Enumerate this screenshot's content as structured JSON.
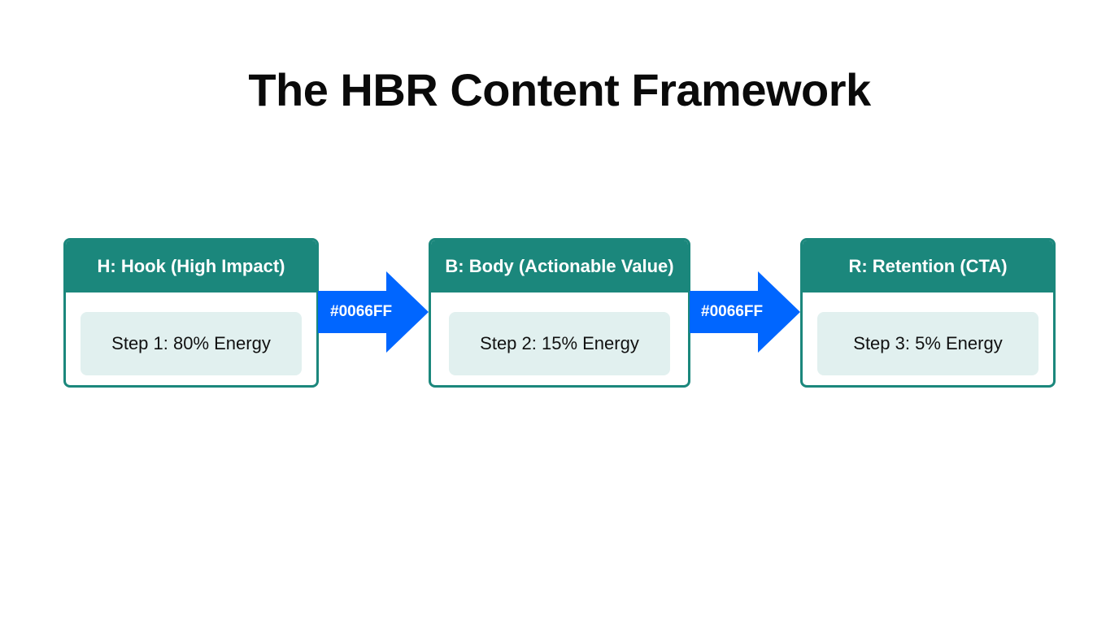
{
  "title": "The HBR Content Framework",
  "colors": {
    "card_accent": "#1b877c",
    "card_inner_bg": "#e1f0ef",
    "arrow": "#0066FF"
  },
  "steps": [
    {
      "header": "H: Hook (High Impact)",
      "body": "Step 1: 80% Energy"
    },
    {
      "header": "B: Body (Actionable Value)",
      "body": "Step 2: 15% Energy"
    },
    {
      "header": "R: Retention (CTA)",
      "body": "Step 3: 5% Energy"
    }
  ],
  "arrows": [
    {
      "label": "#0066FF",
      "icon": "right-arrow-icon"
    },
    {
      "label": "#0066FF",
      "icon": "right-arrow-icon"
    }
  ]
}
